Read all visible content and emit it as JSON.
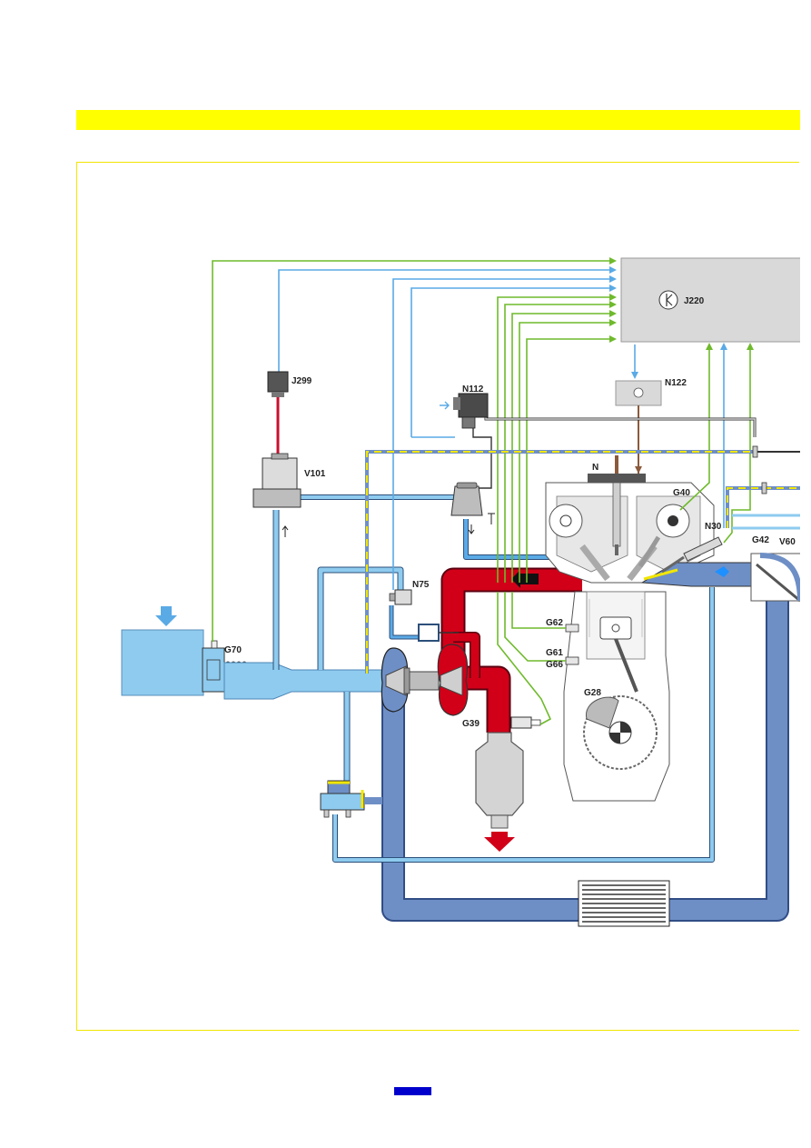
{
  "colors": {
    "header_bar": "#ffff00",
    "frame_border": "#f2e600",
    "page_tab": "#0000cc",
    "signal_green": "#6fba2c",
    "signal_blue": "#5aaae6",
    "intake_light": "#8ecbef",
    "charge_dark": "#6e8fc6",
    "exhaust_red": "#d10018",
    "ecu_gray": "#d9d9d9"
  },
  "labels": {
    "ecu": "J220",
    "relay": "J299",
    "air_valve": "V101",
    "bypass_valve": "N112",
    "boost_valve": "N75",
    "vacuum_valve": "N122",
    "ignition": "N",
    "cam_sensor": "G40",
    "injector": "N30",
    "temp_sensor": "G42",
    "throttle": "V60",
    "maf_sensor": "G70",
    "knock_62": "G62",
    "knock_61": "G61",
    "knock_66": "G66",
    "speed_sensor": "G28",
    "lambda_sensor": "G39"
  }
}
